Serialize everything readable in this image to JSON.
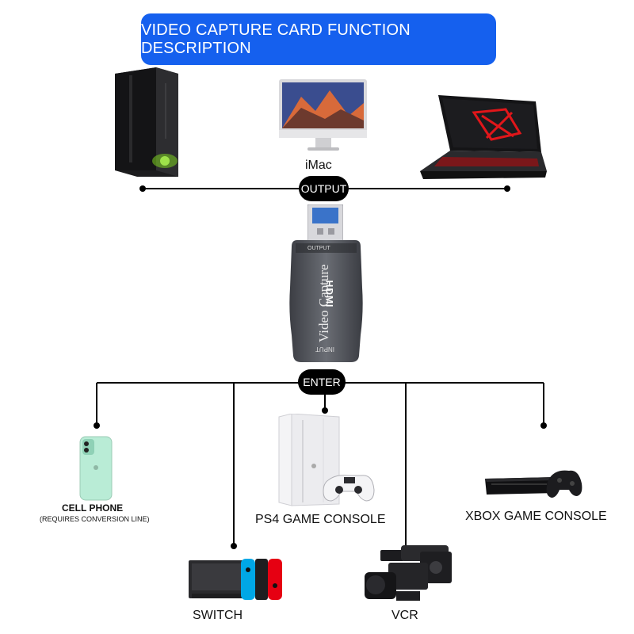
{
  "title": "VIDEO CAPTURE CARD FUNCTION DESCRIPTION",
  "output_label": "OUTPUT",
  "enter_label": "ENTER",
  "outputs": {
    "imac_label": "iMac"
  },
  "capture_card": {
    "brand_text": "Video Capture",
    "hdmi_text": "HDMI",
    "port_out": "OUTPUT",
    "port_in": "INPUT"
  },
  "inputs": {
    "cell_phone": "CELL PHONE",
    "cell_phone_note": "(REQUIRES CONVERSION LINE)",
    "ps4": "PS4 GAME CONSOLE",
    "xbox": "XBOX GAME CONSOLE",
    "switch": "SWITCH",
    "vcr": "VCR"
  },
  "colors": {
    "banner": "#1560ee",
    "pc_accent": "#7ed321",
    "laptop_accent": "#e0161a",
    "phone": "#b9ecd6",
    "switch_red": "#e60012",
    "switch_blue": "#00a7e6"
  }
}
